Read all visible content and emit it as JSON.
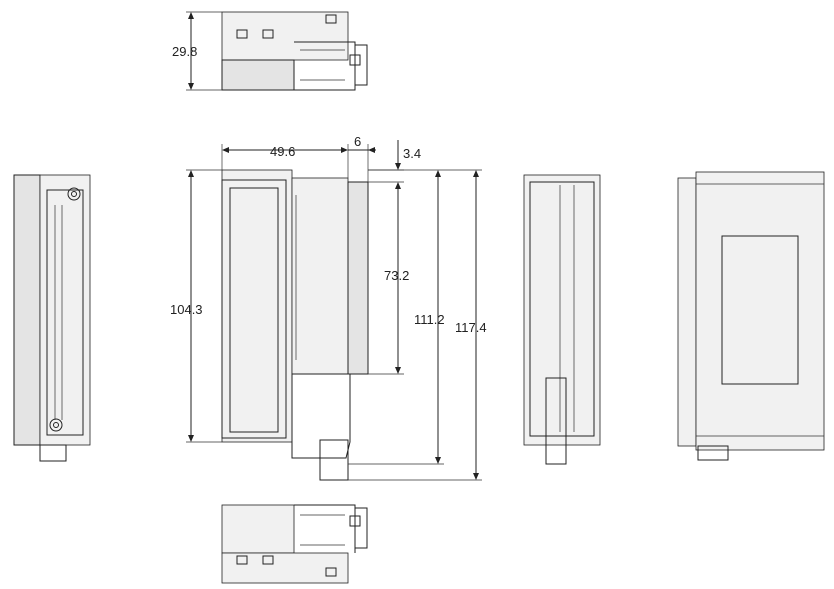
{
  "dimensions": {
    "top_height": "29.8",
    "width": "49.6",
    "connector_width": "6",
    "offset": "3.4",
    "module_height": "104.3",
    "inner_height": "73.2",
    "height_with_lever": "111.2",
    "total_height": "117.4"
  }
}
